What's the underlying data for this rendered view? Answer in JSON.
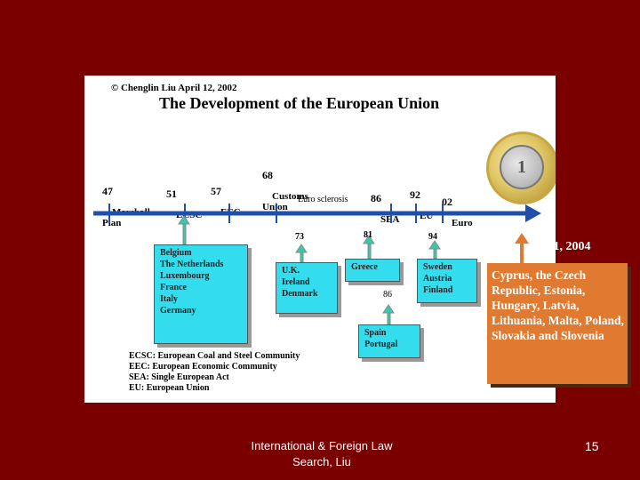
{
  "header": {
    "copyright": "© Chenglin Liu April 12, 2002",
    "title": "The Development of the European Union"
  },
  "events": [
    {
      "year": "47",
      "label": "Marshall\nPlan"
    },
    {
      "year": "51",
      "label": "ECSC"
    },
    {
      "year": "57",
      "label": "EEC"
    },
    {
      "year": "68",
      "label": "Customs\nUnion"
    },
    {
      "year": "86",
      "label": "SEA"
    },
    {
      "year": "92",
      "label": "EU"
    },
    {
      "year": "02",
      "label": "Euro"
    }
  ],
  "euro_sclerosis": "Euro sclerosis",
  "accessions": {
    "y73": "73",
    "y81": "81",
    "y94": "94",
    "y86": "86",
    "founders": "Belgium\nThe Netherlands\nLuxembourg\nFrance\nItaly\nGermany",
    "uk": "U.K.\nIreland\nDenmark",
    "greece": "Greece",
    "nordic": "Sweden\nAustria\nFinland",
    "iberia": "Spain\nPortugal"
  },
  "glossary": "ECSC: European Coal and Steel Community\nEEC: European Economic Community\nSEA: Single European Act\nEU: European Union",
  "coin_symbol": "1",
  "may2004": {
    "date": "y 1, 2004",
    "text": "Cyprus, the Czech Republic, Estonia, Hungary, Latvia, Lithuania, Malta, Poland, Slovakia and Slovenia"
  },
  "footer": {
    "left": "International & Foreign Law Search, Liu",
    "page": "15"
  },
  "colors": {
    "background": "#7a0000",
    "timeline": "#1f4fa8",
    "box": "#33ddee",
    "arrow": "#33ccaa",
    "orange_box": "#e07a30"
  }
}
